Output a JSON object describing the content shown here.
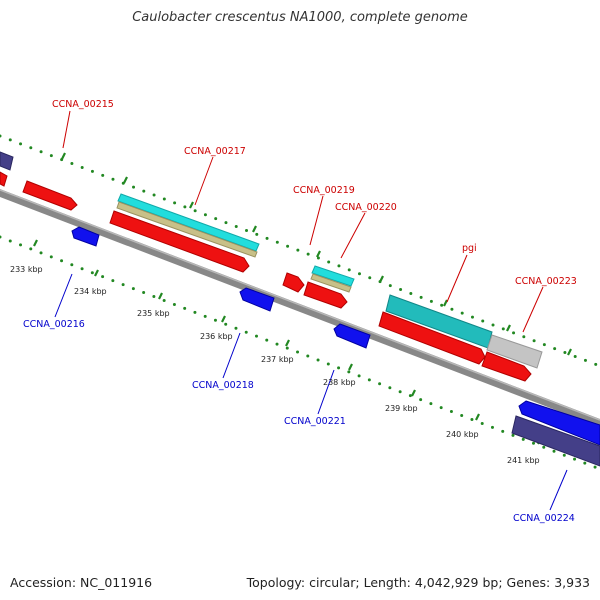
{
  "title": "Caulobacter crescentus NA1000, complete genome",
  "footer": {
    "accession": "Accession: NC_011916",
    "summary": "Topology: circular; Length: 4,042,929 bp; Genes: 3,933"
  },
  "colors": {
    "forward_label": "#cc0000",
    "reverse_label": "#0000cc",
    "red_gene": "#ee1111",
    "blue_gene": "#1111ee",
    "purple_gene": "#443f88",
    "cyan_rna": "#22dddd",
    "teal_feature": "#22bbbb",
    "tan_feature": "#c8c088",
    "gray_feature": "#c4c4c4",
    "backbone": "#888888",
    "tick": "#228822"
  },
  "tick_labels": [
    "233 kbp",
    "234 kbp",
    "235 kbp",
    "236 kbp",
    "237 kbp",
    "238 kbp",
    "239 kbp",
    "240 kbp",
    "241 kbp"
  ],
  "gene_labels": {
    "top": [
      "CCNA_00215",
      "CCNA_00217",
      "CCNA_00219",
      "CCNA_00220",
      "pgi",
      "CCNA_00223"
    ],
    "bottom": [
      "CCNA_00216",
      "CCNA_00218",
      "CCNA_00221",
      "CCNA_00224"
    ]
  }
}
